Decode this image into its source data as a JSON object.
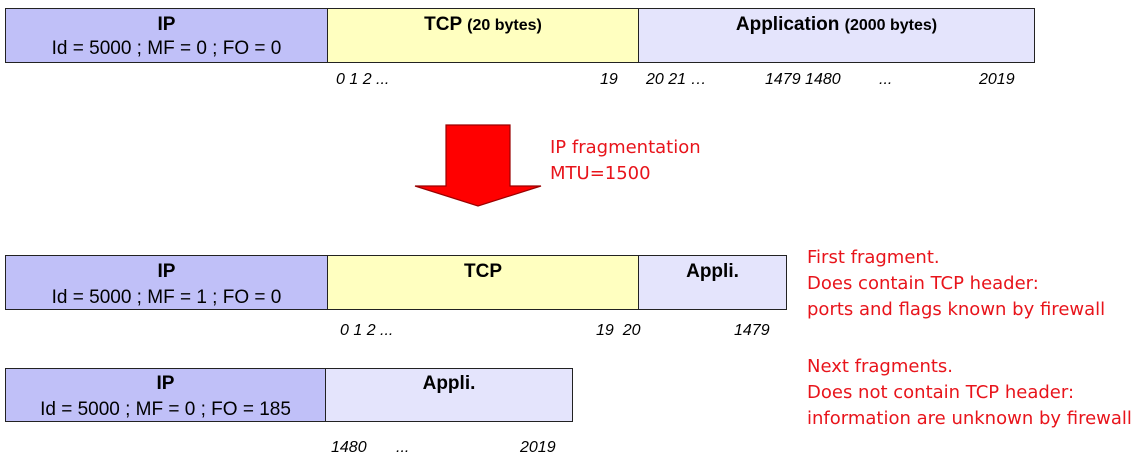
{
  "original": {
    "ip": {
      "label": "IP",
      "fields": "Id = 5000 ; MF = 0 ; FO = 0"
    },
    "tcp": {
      "label": "TCP",
      "size": "(20 bytes)"
    },
    "app": {
      "label": "Application",
      "size": "(2000 bytes)"
    },
    "indices": [
      "0 1 2 ...",
      "19",
      "20 21 …",
      "1479 1480",
      "...",
      "2019"
    ]
  },
  "process": {
    "line1": "IP fragmentation",
    "line2": "MTU=1500",
    "arrow_color": "#ff0000"
  },
  "fragment1": {
    "ip": {
      "label": "IP",
      "fields": "Id = 5000 ; MF = 1 ; FO = 0"
    },
    "tcp": {
      "label": "TCP"
    },
    "app": {
      "label": "Appli."
    },
    "indices": [
      "0 1 2 ...",
      "19  20",
      "1479"
    ],
    "note": [
      "First fragment.",
      "Does contain TCP header:",
      "ports and flags known by firewall"
    ]
  },
  "fragment2": {
    "ip": {
      "label": "IP",
      "fields": "Id = 5000 ; MF = 0 ; FO = 185"
    },
    "app": {
      "label": "Appli."
    },
    "indices": [
      "1480",
      "...",
      "2019"
    ],
    "note": [
      "Next fragments.",
      "Does not contain TCP header:",
      "information are unknown by firewall"
    ]
  },
  "colors": {
    "ip": "#c0c0f8",
    "tcp": "#ffffc0",
    "app": "#e4e4fc",
    "note": "#e8141b"
  }
}
